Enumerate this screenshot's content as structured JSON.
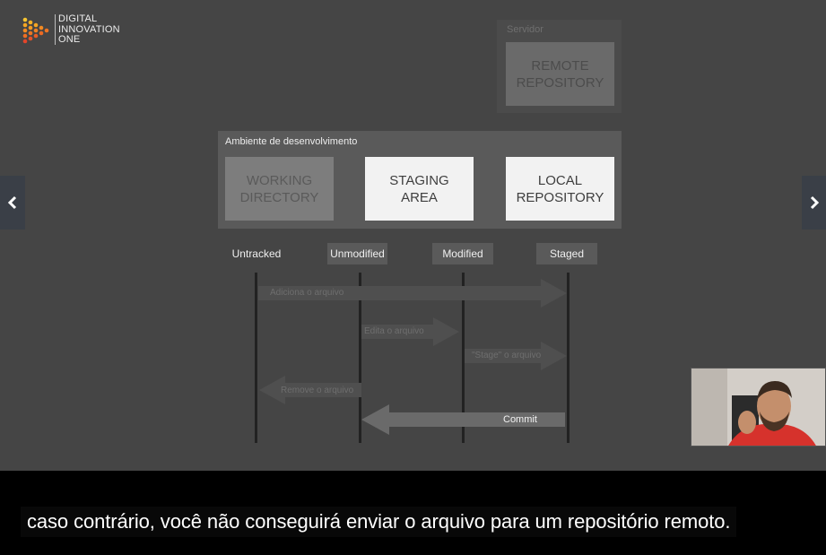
{
  "logo": {
    "line1": "DIGITAL",
    "line2": "INNOVATION",
    "line3": "ONE"
  },
  "servidor": {
    "label": "Servidor",
    "remote_repository": "REMOTE\nREPOSITORY"
  },
  "ambiente": {
    "label": "Ambiente de desenvolvimento",
    "working_directory": "WORKING\nDIRECTORY",
    "staging_area": "STAGING\nAREA",
    "local_repository": "LOCAL\nREPOSITORY"
  },
  "states": {
    "untracked": "Untracked",
    "unmodified": "Unmodified",
    "modified": "Modified",
    "staged": "Staged"
  },
  "transitions": {
    "add": "Adiciona o arquivo",
    "edit": "Edita o arquivo",
    "stage": "\"Stage\" o arquivo",
    "remove": "Remove o arquivo",
    "commit": "Commit"
  },
  "navigation": {
    "prev_icon": "chevron-left-icon",
    "next_icon": "chevron-right-icon"
  },
  "subtitle": {
    "text": "caso contrário, você não conseguirá enviar o arquivo para um repositório remoto."
  },
  "colors": {
    "slide_background": "#454545",
    "logo_orange": "#f5a623",
    "logo_red": "#e3452a",
    "webcam_shirt": "#d6322c"
  }
}
